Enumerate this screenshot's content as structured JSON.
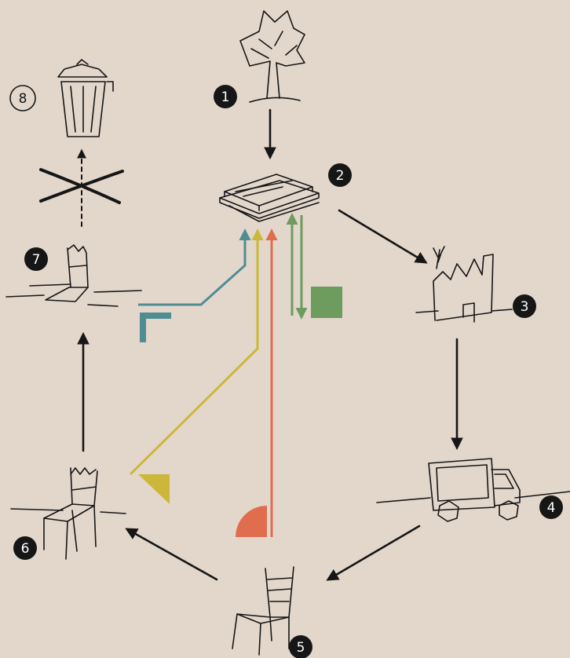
{
  "colors": {
    "background": "#e3d7cc",
    "ink": "#161616",
    "teal": "#4f8d93",
    "yellow": "#cdb73a",
    "green": "#6e9b5e",
    "orange": "#df6d4e"
  },
  "steps": [
    {
      "number": "1",
      "icon": "tree-icon"
    },
    {
      "number": "2",
      "icon": "lumber-planks-icon"
    },
    {
      "number": "3",
      "icon": "factory-icon"
    },
    {
      "number": "4",
      "icon": "delivery-truck-icon"
    },
    {
      "number": "5",
      "icon": "chair-icon"
    },
    {
      "number": "6",
      "icon": "worn-chair-icon"
    },
    {
      "number": "7",
      "icon": "broken-chair-icon"
    },
    {
      "number": "8",
      "icon": "trash-can-icon"
    }
  ]
}
